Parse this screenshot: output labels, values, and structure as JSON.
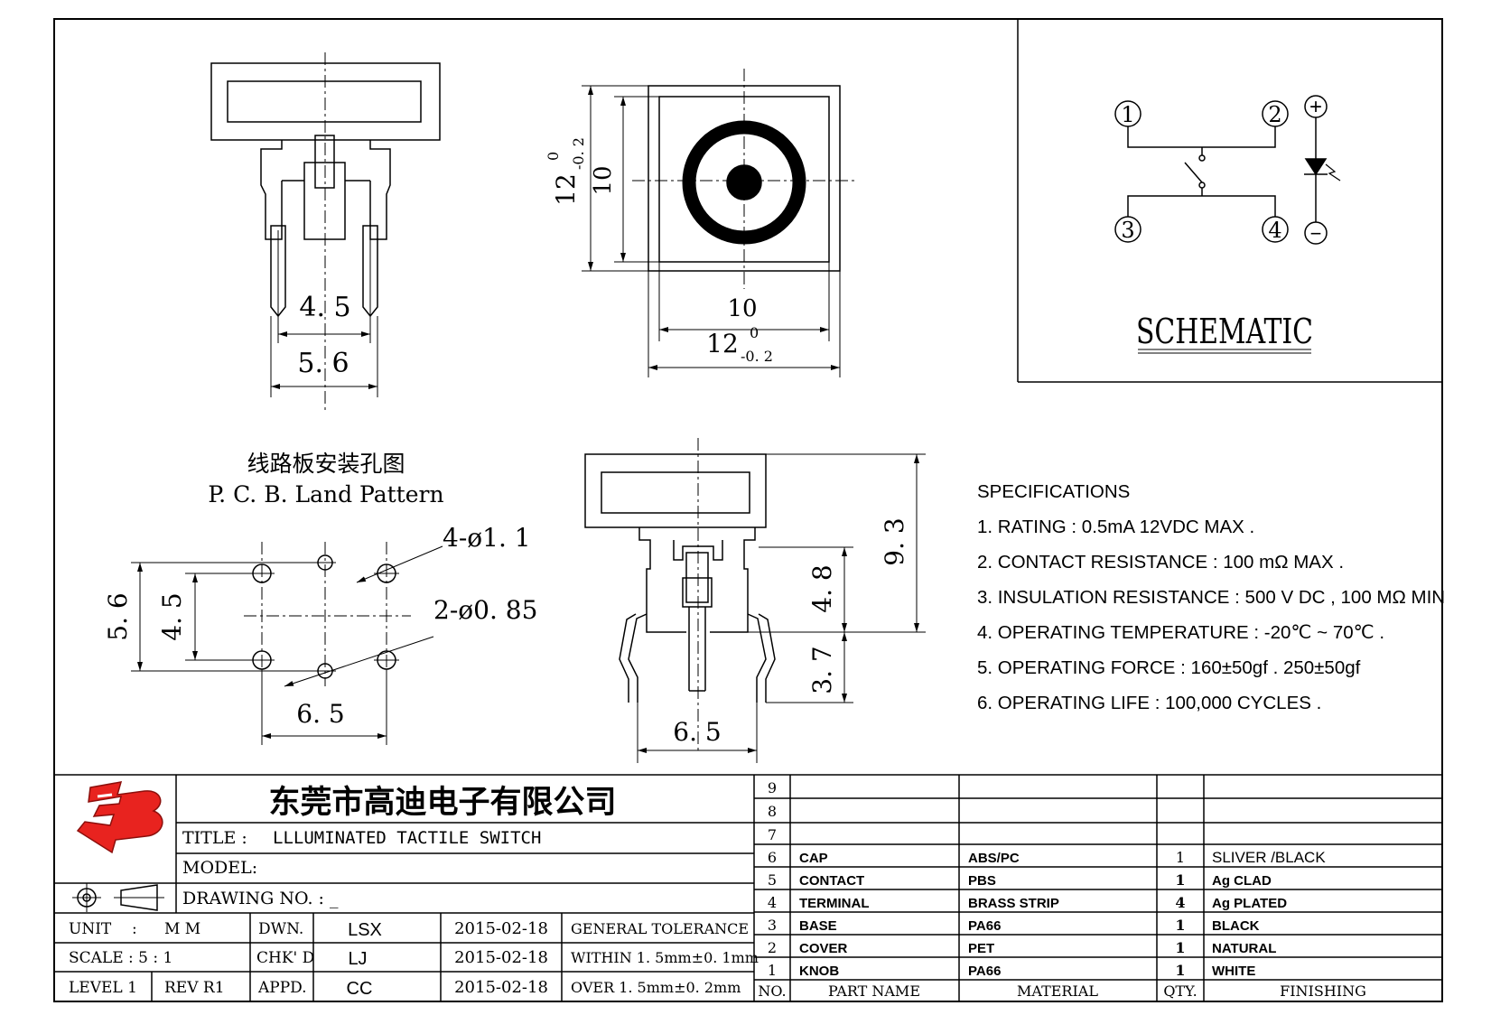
{
  "drawing": {
    "dims": {
      "side_inner": "4. 5",
      "side_outer": "5. 6",
      "top_h_base": "12",
      "top_h_tol_upper": "0",
      "top_h_tol_lower": "-0. 2",
      "top_h_inner": "10",
      "top_w_inner": "10",
      "top_w_base": "12",
      "top_w_tol_upper": "0",
      "top_w_tol_lower": "-0. 2",
      "pcb_hole_large": "4-ø1. 1",
      "pcb_hole_small": "2-ø0. 85",
      "pcb_v_outer": "5. 6",
      "pcb_v_inner": "4. 5",
      "pcb_h": "6. 5",
      "front_total_h": "9. 3",
      "front_body_h": "4. 8",
      "front_pin_h": "3. 7",
      "front_w": "6. 5"
    },
    "pcb_title_cn": "线路板安装孔图",
    "pcb_title_en": "P. C. B. Land Pattern"
  },
  "schematic": {
    "title": "SCHEMATIC",
    "pins": [
      "1",
      "2",
      "3",
      "4"
    ],
    "led_plus": "+",
    "led_minus": "−"
  },
  "specifications": {
    "heading": "SPECIFICATIONS",
    "items": [
      "1. RATING : 0.5mA 12VDC MAX .",
      "2. CONTACT RESISTANCE : 100 mΩ MAX .",
      "3. INSULATION RESISTANCE : 500 V DC , 100 MΩ MIN",
      "4. OPERATING TEMPERATURE : -20℃ ~ 70℃ .",
      "5. OPERATING FORCE : 160±50gf . 250±50gf",
      "6. OPERATING LIFE : 100,000 CYCLES ."
    ]
  },
  "title_block": {
    "company": "东莞市高迪电子有限公司",
    "title_label": "TITLE :",
    "title_value": "LLLUMINATED TACTILE SWITCH",
    "model_label": "MODEL:",
    "drawing_no_label": "DRAWING NO. : _",
    "unit_label": "UNIT",
    "unit_colon": ":",
    "unit_value": "M M",
    "scale_label": "SCALE",
    "scale_value": ": 5 : 1",
    "level_label": "LEVEL 1",
    "rev_label": "REV R1",
    "dwn_label": "DWN.",
    "chk_label": "CHK' D",
    "appd_label": "APPD.",
    "dwn_name": "LSX",
    "chk_name": "LJ",
    "appd_name": "CC",
    "dwn_date": "2015-02-18",
    "chk_date": "2015-02-18",
    "appd_date": "2015-02-18",
    "tolerance_title": "GENERAL TOLERANCE",
    "tolerance_within": "WITHIN 1. 5mm±0. 1mm",
    "tolerance_over": "OVER 1. 5mm±0. 2mm"
  },
  "bom": {
    "empty_rows": [
      "9",
      "8",
      "7"
    ],
    "rows": [
      {
        "no": "6",
        "part": "CAP",
        "material": "ABS/PC",
        "qty": "1",
        "finishing": "SLIVER /BLACK"
      },
      {
        "no": "5",
        "part": "CONTACT",
        "material": "PBS",
        "qty": "1",
        "finishing": "Ag CLAD"
      },
      {
        "no": "4",
        "part": "TERMINAL",
        "material": "BRASS STRIP",
        "qty": "4",
        "finishing": "Ag PLATED"
      },
      {
        "no": "3",
        "part": "BASE",
        "material": "PA66",
        "qty": "1",
        "finishing": "BLACK"
      },
      {
        "no": "2",
        "part": "COVER",
        "material": "PET",
        "qty": "1",
        "finishing": "NATURAL"
      },
      {
        "no": "1",
        "part": "KNOB",
        "material": "PA66",
        "qty": "1",
        "finishing": "WHITE"
      }
    ],
    "headers": {
      "no": "NO.",
      "part": "PART NAME",
      "material": "MATERIAL",
      "qty": "QTY.",
      "finishing": "FINISHING"
    }
  },
  "colors": {
    "logo_red": "#e8231f",
    "line": "#000000"
  }
}
